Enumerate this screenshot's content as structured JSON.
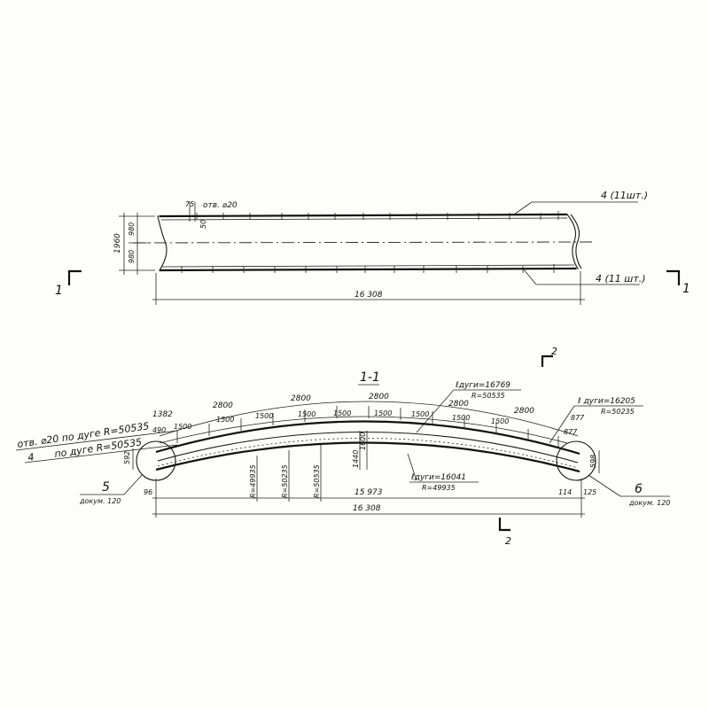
{
  "top_view": {
    "hole_label": "отв. ⌀20",
    "dim_75": "75",
    "dim_50": "50",
    "dim_1960": "1960",
    "dim_980_a": "980",
    "dim_980_b": "980",
    "length": "16 308",
    "callout_top": "4 (11шт.)",
    "callout_bottom": "4 (11 шт.)",
    "section_mark_left": "1",
    "section_mark_right": "1"
  },
  "section": {
    "title": "1-1",
    "mark_top": "2",
    "mark_bottom": "2",
    "arc_spacing": [
      "2800",
      "2800",
      "2800",
      "2800",
      "2800"
    ],
    "arc_end_left": "1382",
    "bolt_spacing": [
      "1500",
      "1500",
      "1500",
      "1500",
      "1500",
      "1500",
      "1500",
      "1500",
      "1500"
    ],
    "bolt_end_left": "490",
    "bolt_end_right": "877",
    "arc_end_right": "877",
    "left_height": "592",
    "right_height": "598",
    "rise": "1440",
    "rise_b": "1600",
    "radius_marks": [
      "R=49935",
      "R=50235",
      "R=50535"
    ],
    "arc_len_top": "ℓдуги=16769",
    "arc_len_top_r": "R=50535",
    "arc_len_right": "ℓ дуги=16205",
    "arc_len_right_r": "R=50235",
    "arc_len_bottom": "ℓдуги=16041",
    "arc_len_bottom_r": "R=49935",
    "holes_note": "отв. ⌀20 по дуге R=50535",
    "bolts_note_num": "4",
    "bolts_note": "по дуге R=50535",
    "support_left_num": "5",
    "support_left_doc": "докум. 120",
    "support_right_num": "6",
    "support_right_doc": "докум. 120",
    "bottom_left_end": "96",
    "bottom_span": "15 973",
    "bottom_right_a": "114",
    "bottom_right_b": "125",
    "total_length": "16 308"
  }
}
